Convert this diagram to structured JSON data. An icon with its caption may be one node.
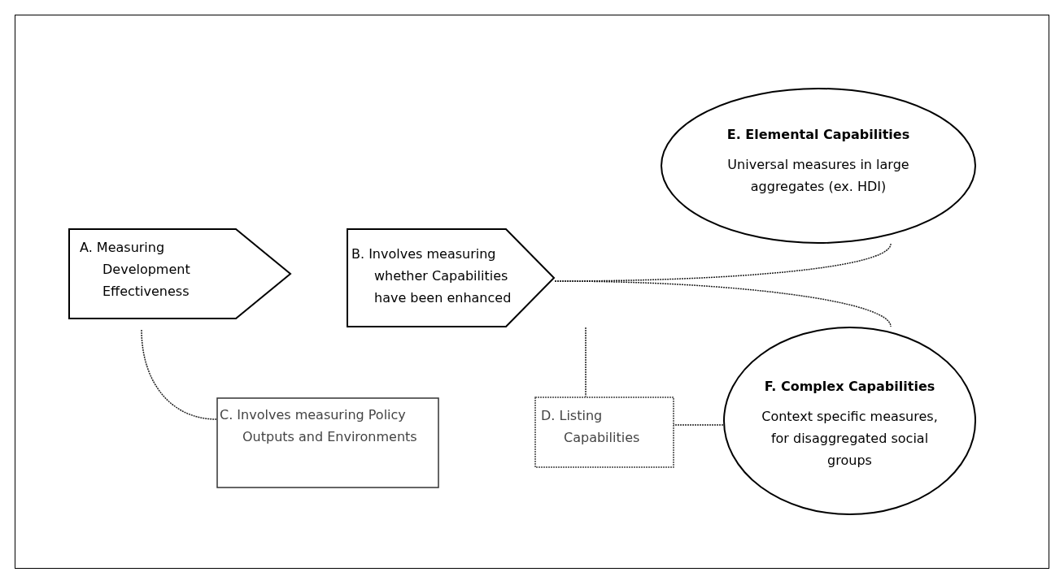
{
  "diagram": {
    "nodes": [
      {
        "text": [
          "A. Measuring Development Effectiveness"
        ]
      },
      {
        "text": [
          "B. Involves measuring whether Capabilities have been enhanced"
        ]
      },
      {
        "text": [
          "C. Involves measuring Policy Outputs and Environments"
        ]
      },
      {
        "text": [
          "D. Listing Capabilities"
        ]
      },
      {
        "text": [
          "E. Elemental Capabilities",
          "Universal measures in large aggregates (ex. HDI)"
        ]
      },
      {
        "text": [
          "F. Complex Capabilities",
          "Context specific measures, for disaggregated social groups"
        ]
      }
    ],
    "edges": [
      {
        "from": 0,
        "to": 2,
        "arrow": "none",
        "style": "dashed"
      },
      {
        "from": 1,
        "to": 4,
        "arrow": "none",
        "style": "dashed"
      },
      {
        "from": 1,
        "to": 5,
        "arrow": "none",
        "style": "dashed"
      },
      {
        "from": 1,
        "to": 3,
        "arrow": "none",
        "style": "dashed"
      },
      {
        "from": 3,
        "to": 5,
        "arrow": "none",
        "style": "dashed"
      }
    ]
  }
}
